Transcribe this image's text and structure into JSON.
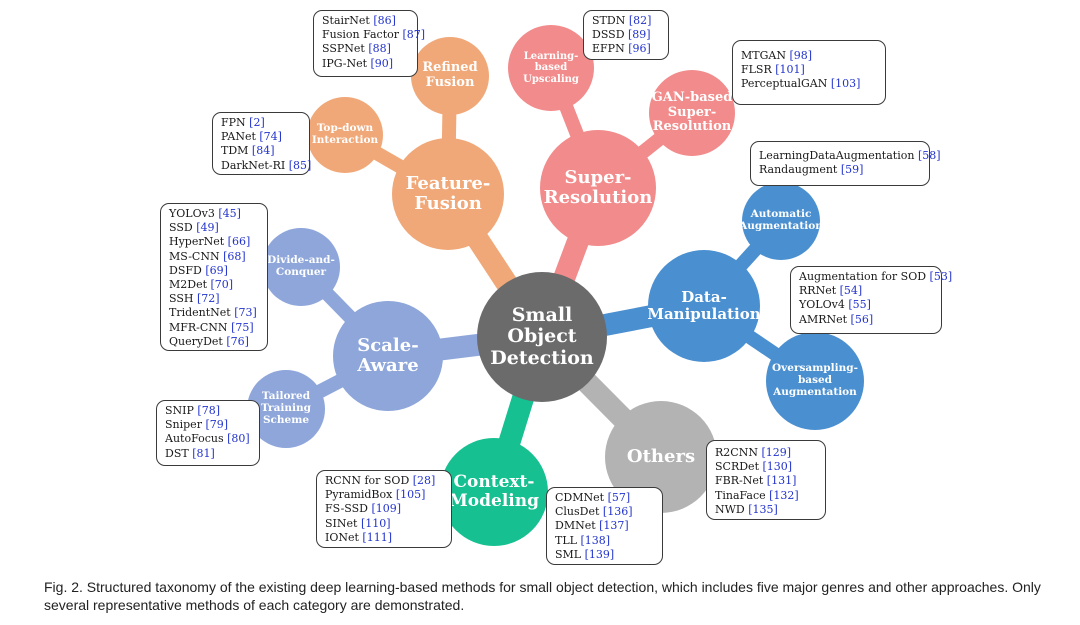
{
  "center": {
    "label": "Small\nObject\nDetection",
    "color": "#6b6b6b"
  },
  "genres": {
    "feature_fusion": {
      "label": "Feature-\nFusion",
      "color": "#f0a878"
    },
    "super_resolution": {
      "label": "Super-\nResolution",
      "color": "#f28b8b"
    },
    "data_manipulation": {
      "label": "Data-\nManipulation",
      "color": "#4a8fd0"
    },
    "others": {
      "label": "Others",
      "color": "#b3b3b3"
    },
    "context_modeling": {
      "label": "Context-\nModeling",
      "color": "#16c090"
    },
    "scale_aware": {
      "label": "Scale-\nAware",
      "color": "#8ea6da"
    }
  },
  "subs": {
    "refined_fusion": {
      "label": "Refined\nFusion",
      "color": "#f0a878"
    },
    "top_down": {
      "label": "Top-down\nInteraction",
      "color": "#f0a878"
    },
    "learning_upscaling": {
      "label": "Learning-based\nUpscaling",
      "color": "#f28b8b"
    },
    "gan_sr": {
      "label": "GAN-based\nSuper-\nResolution",
      "color": "#f28b8b"
    },
    "auto_aug": {
      "label": "Automatic\nAugmentation",
      "color": "#4a8fd0"
    },
    "oversampling": {
      "label": "Oversampling-\nbased\nAugmentation",
      "color": "#4a8fd0"
    },
    "divide_conquer": {
      "label": "Divide-and-\nConquer",
      "color": "#8ea6da"
    },
    "tailored": {
      "label": "Tailored\nTraining\nScheme",
      "color": "#8ea6da"
    }
  },
  "boxes": {
    "refined": [
      {
        "name": "StairNet",
        "ref": "[86]"
      },
      {
        "name": "Fusion Factor",
        "ref": "[87]"
      },
      {
        "name": "SSPNet",
        "ref": "[88]"
      },
      {
        "name": "IPG-Net",
        "ref": "[90]"
      }
    ],
    "topdown": [
      {
        "name": "FPN",
        "ref": "[2]"
      },
      {
        "name": "PANet",
        "ref": "[74]"
      },
      {
        "name": "TDM",
        "ref": "[84]"
      },
      {
        "name": "DarkNet-RI",
        "ref": "[85]"
      }
    ],
    "upscaling": [
      {
        "name": "STDN",
        "ref": "[82]"
      },
      {
        "name": "DSSD",
        "ref": "[89]"
      },
      {
        "name": "EFPN",
        "ref": "[96]"
      }
    ],
    "gan": [
      {
        "name": "MTGAN",
        "ref": "[98]"
      },
      {
        "name": "FLSR",
        "ref": "[101]"
      },
      {
        "name": "PerceptualGAN",
        "ref": "[103]"
      }
    ],
    "autoaug": [
      {
        "name": "LearningDataAugmentation",
        "ref": "[58]"
      },
      {
        "name": "Randaugment",
        "ref": "[59]"
      }
    ],
    "oversample": [
      {
        "name": "Augmentation for SOD",
        "ref": "[53]"
      },
      {
        "name": "RRNet",
        "ref": "[54]"
      },
      {
        "name": "YOLOv4",
        "ref": "[55]"
      },
      {
        "name": "AMRNet",
        "ref": "[56]"
      }
    ],
    "others_a": [
      {
        "name": "R2CNN",
        "ref": "[129]"
      },
      {
        "name": "SCRDet",
        "ref": "[130]"
      },
      {
        "name": "FBR-Net",
        "ref": "[131]"
      },
      {
        "name": "TinaFace",
        "ref": "[132]"
      },
      {
        "name": "NWD",
        "ref": "[135]"
      }
    ],
    "others_b": [
      {
        "name": "CDMNet",
        "ref": "[57]"
      },
      {
        "name": "ClusDet",
        "ref": "[136]"
      },
      {
        "name": "DMNet",
        "ref": "[137]"
      },
      {
        "name": "TLL",
        "ref": "[138]"
      },
      {
        "name": "SML",
        "ref": "[139]"
      }
    ],
    "context": [
      {
        "name": "RCNN for SOD",
        "ref": "[28]"
      },
      {
        "name": "PyramidBox",
        "ref": "[105]"
      },
      {
        "name": "FS-SSD",
        "ref": "[109]"
      },
      {
        "name": "SINet",
        "ref": "[110]"
      },
      {
        "name": "IONet",
        "ref": "[111]"
      }
    ],
    "divide": [
      {
        "name": "YOLOv3",
        "ref": "[45]"
      },
      {
        "name": "SSD",
        "ref": "[49]"
      },
      {
        "name": "HyperNet",
        "ref": "[66]"
      },
      {
        "name": "MS-CNN",
        "ref": "[68]"
      },
      {
        "name": "DSFD",
        "ref": "[69]"
      },
      {
        "name": "M2Det",
        "ref": "[70]"
      },
      {
        "name": "SSH",
        "ref": "[72]"
      },
      {
        "name": "TridentNet",
        "ref": "[73]"
      },
      {
        "name": "MFR-CNN",
        "ref": "[75]"
      },
      {
        "name": "QueryDet",
        "ref": "[76]"
      }
    ],
    "tailored": [
      {
        "name": "SNIP",
        "ref": "[78]"
      },
      {
        "name": "Sniper",
        "ref": "[79]"
      },
      {
        "name": "AutoFocus",
        "ref": "[80]"
      },
      {
        "name": "DST",
        "ref": "[81]"
      }
    ]
  },
  "caption": "Fig. 2. Structured taxonomy of the existing deep learning-based methods for small object detection, which includes five major genres and other approaches. Only several representative methods of each category are demonstrated."
}
